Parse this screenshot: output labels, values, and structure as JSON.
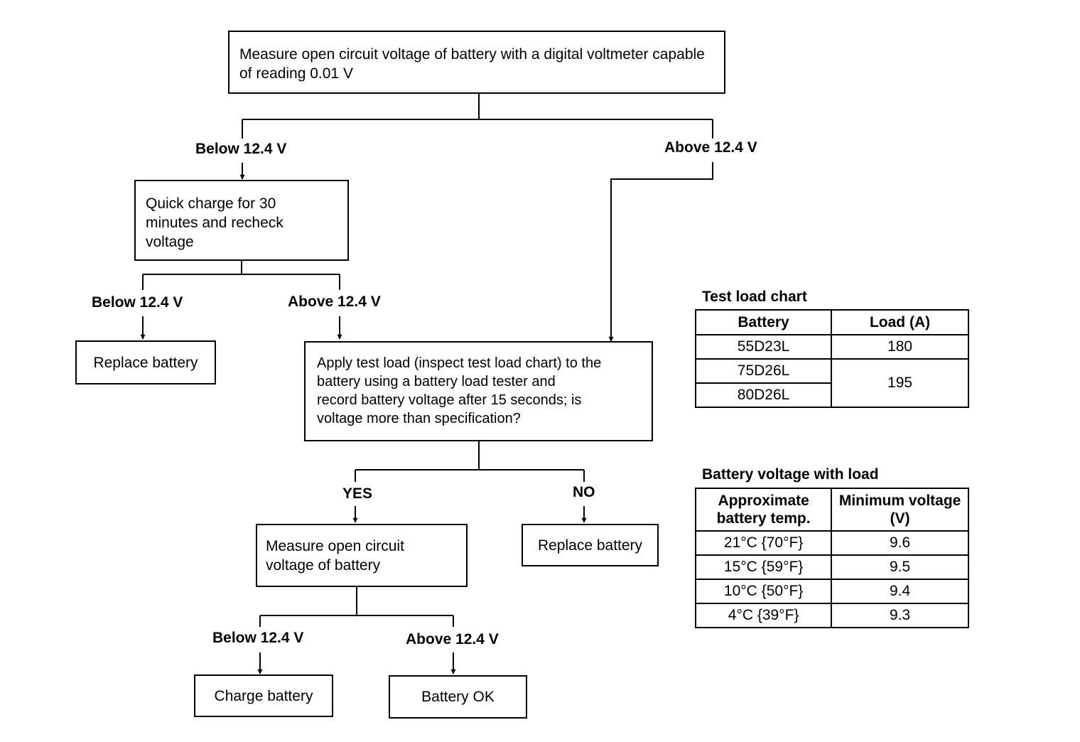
{
  "flow": {
    "start": "Measure open circuit voltage of battery with a digital voltmeter capable of reading 0.01 V",
    "quick_charge": "Quick charge for 30\nminutes and recheck\nvoltage",
    "replace_battery_left": "Replace battery",
    "apply_test_load": "Apply test load (inspect test load chart) to the\nbattery using a battery load tester and\nrecord battery voltage after 15 seconds; is\nvoltage more than specification?",
    "measure_again": "Measure open circuit\nvoltage of battery",
    "replace_battery_right": "Replace battery",
    "charge_battery": "Charge battery",
    "battery_ok": "Battery OK"
  },
  "labels": {
    "below_1": "Below 12.4 V",
    "above_1": "Above 12.4 V",
    "below_2": "Below 12.4 V",
    "above_2": "Above 12.4 V",
    "yes": "YES",
    "no": "NO",
    "below_3": "Below 12.4 V",
    "above_3": "Above 12.4 V"
  },
  "test_load_chart": {
    "title": "Test load chart",
    "headers": [
      "Battery",
      "Load (A)"
    ],
    "rows": [
      {
        "battery": "55D23L",
        "load": "180"
      },
      {
        "battery": "75D26L",
        "load": "195"
      },
      {
        "battery": "80D26L",
        "load": ""
      }
    ]
  },
  "voltage_with_load": {
    "title": "Battery voltage with load",
    "headers": [
      "Approximate battery temp.",
      "Minimum voltage (V)"
    ],
    "rows": [
      {
        "temp": "21°C {70°F}",
        "voltage": "9.6"
      },
      {
        "temp": "15°C {59°F}",
        "voltage": "9.5"
      },
      {
        "temp": "10°C {50°F}",
        "voltage": "9.4"
      },
      {
        "temp": "4°C {39°F}",
        "voltage": "9.3"
      }
    ]
  }
}
